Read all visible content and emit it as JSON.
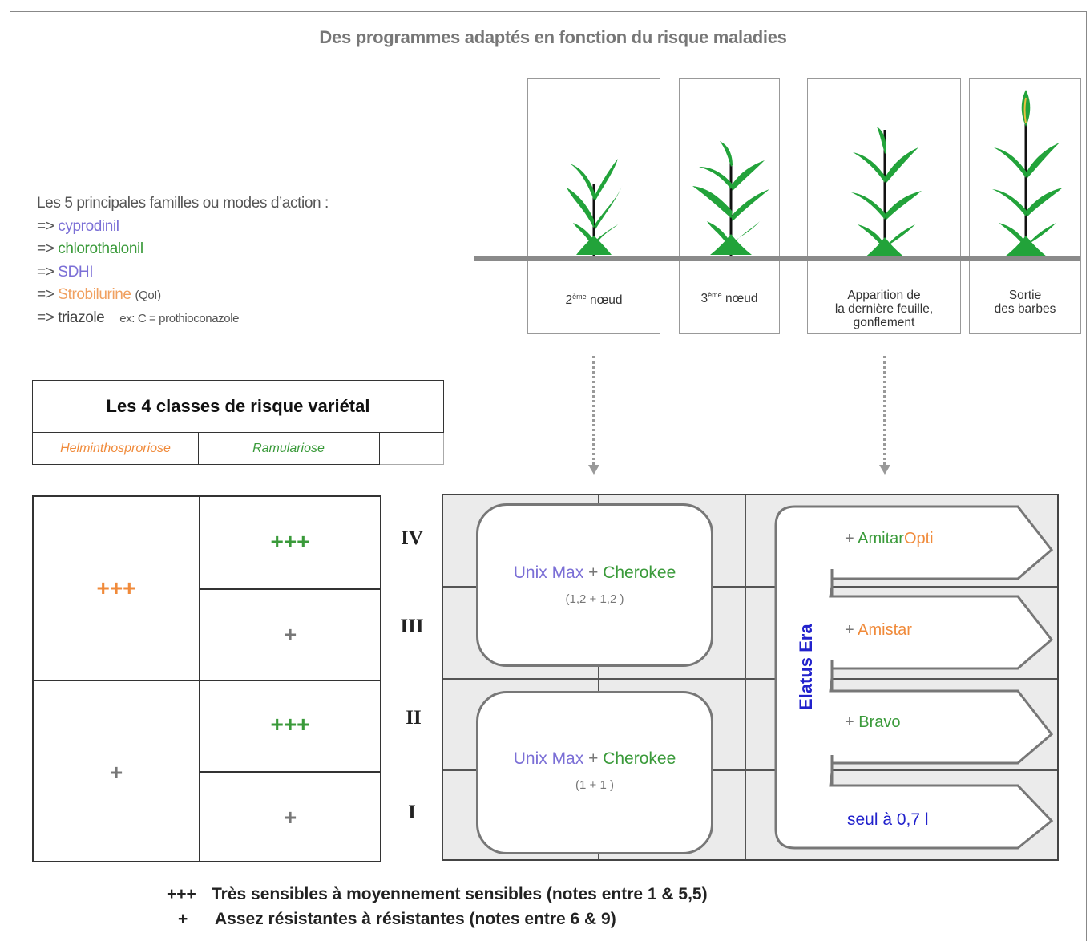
{
  "title": "Des programmes adaptés en fonction du risque maladies",
  "families": {
    "heading": "Les 5 principales familles ou modes d’action :",
    "arrow": "=>",
    "items": [
      {
        "name": "cyprodinil",
        "color": "#7b6fd6"
      },
      {
        "name": "chlorothalonil",
        "color": "#3a9a3a"
      },
      {
        "name": "SDHI",
        "color": "#7b6fd6"
      },
      {
        "name": "Strobilurine",
        "color": "#f0a060",
        "suffix": "(QoI)"
      },
      {
        "name": "triazole",
        "color": "#555555",
        "suffix": "ex: C = prothioconazole"
      }
    ]
  },
  "stages": [
    {
      "ordinal": "2",
      "sup": "ème",
      "label": "nœud"
    },
    {
      "ordinal": "3",
      "sup": "ème",
      "label": "nœud"
    },
    {
      "lines": [
        "Apparition de",
        "la dernière feuille,",
        "gonflement"
      ]
    },
    {
      "lines": [
        "Sortie",
        "des barbes"
      ]
    }
  ],
  "risk_classes": {
    "title": "Les 4 classes de risque variétal",
    "columns": [
      {
        "name": "Helminthosproriose",
        "color": "#f08a3a"
      },
      {
        "name": "Ramulariose",
        "color": "#3a9a3a"
      }
    ],
    "helmintho": [
      "+++",
      "+"
    ],
    "ramulariose": [
      "+++",
      "+",
      "+++",
      "+"
    ],
    "roman": [
      "IV",
      "III",
      "II",
      "I"
    ]
  },
  "programs": {
    "t1": [
      {
        "product_a": "Unix Max",
        "plus": "+",
        "product_b": "Cherokee",
        "dose": "(1,2 + 1,2 )"
      },
      {
        "product_a": "Unix Max",
        "plus": "+",
        "product_b": "Cherokee",
        "dose": "(1 + 1 )"
      }
    ],
    "t2_base": "Elatus Era",
    "t2": [
      {
        "plus": "+",
        "a": "Amitar",
        "b": "Opti"
      },
      {
        "plus": "+",
        "a": "Amistar"
      },
      {
        "plus": "+",
        "a": "Bravo"
      },
      {
        "a": "seul à 0,7 l"
      }
    ]
  },
  "legend": [
    {
      "symbol": "+++",
      "text": "Très sensibles à moyennement sensibles (notes entre 1 & 5,5)"
    },
    {
      "symbol": "+",
      "text": "Assez résistantes à résistantes (notes entre 6 & 9)"
    }
  ],
  "colors": {
    "orange": "#f08a3a",
    "green": "#3a9a3a",
    "gray": "#777777",
    "purple": "#7b6fd6",
    "blue": "#2222cc"
  }
}
